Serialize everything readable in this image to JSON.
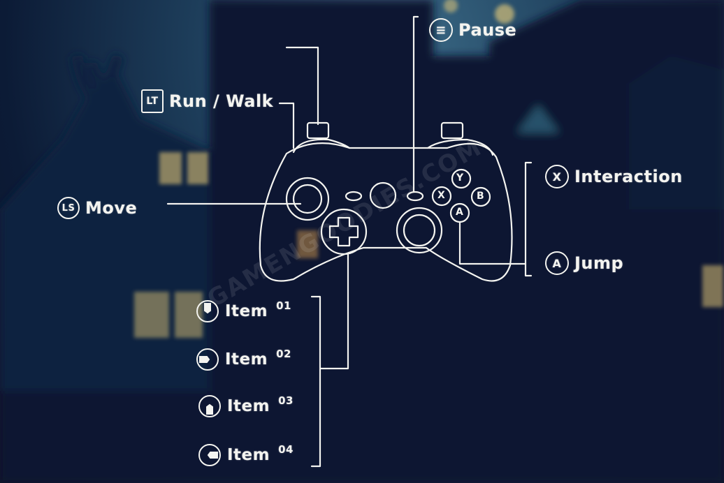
{
  "watermark": "GAMENGOODIES.COM",
  "labels": {
    "pause": "Pause",
    "run_walk": "Run / Walk",
    "move": "Move",
    "interaction": "Interaction",
    "jump": "Jump"
  },
  "badges": {
    "pause": "≡",
    "run_walk": "LT",
    "move": "LS",
    "interaction": "X",
    "jump": "A"
  },
  "controller_buttons": {
    "y": "Y",
    "b": "B",
    "x": "X",
    "a": "A"
  },
  "items": [
    {
      "name": "Item",
      "number": "01"
    },
    {
      "name": "Item",
      "number": "02"
    },
    {
      "name": "Item",
      "number": "03"
    },
    {
      "name": "Item",
      "number": "04"
    }
  ],
  "colors": {
    "chalk": "#f4f4f0",
    "sky": "#2b5673",
    "night": "#0c1b36",
    "window_glow": "#f2d27a"
  }
}
